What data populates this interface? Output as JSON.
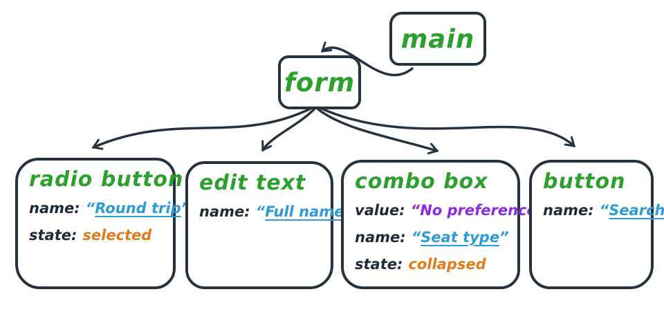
{
  "palette": {
    "green": "#2ca02c",
    "blue": "#2e9bd6",
    "orange": "#e07b1c",
    "purple": "#8a2be2",
    "ink": "#26323f"
  },
  "quotes": {
    "open": "“",
    "close": "”"
  },
  "nodes": {
    "main": {
      "label": "main"
    },
    "form": {
      "label": "form"
    },
    "radio_button": {
      "title": "radio button",
      "name_key": "name:",
      "name_value": "Round trip",
      "state_key": "state:",
      "state_value": "selected"
    },
    "edit_text": {
      "title": "edit text",
      "name_key": "name:",
      "name_value": "Full name"
    },
    "combo_box": {
      "title": "combo box",
      "value_key": "value:",
      "value_value": "No preference",
      "name_key": "name:",
      "name_value": "Seat type",
      "state_key": "state:",
      "state_value": "collapsed"
    },
    "button": {
      "title": "button",
      "name_key": "name:",
      "name_value": "Search"
    }
  }
}
